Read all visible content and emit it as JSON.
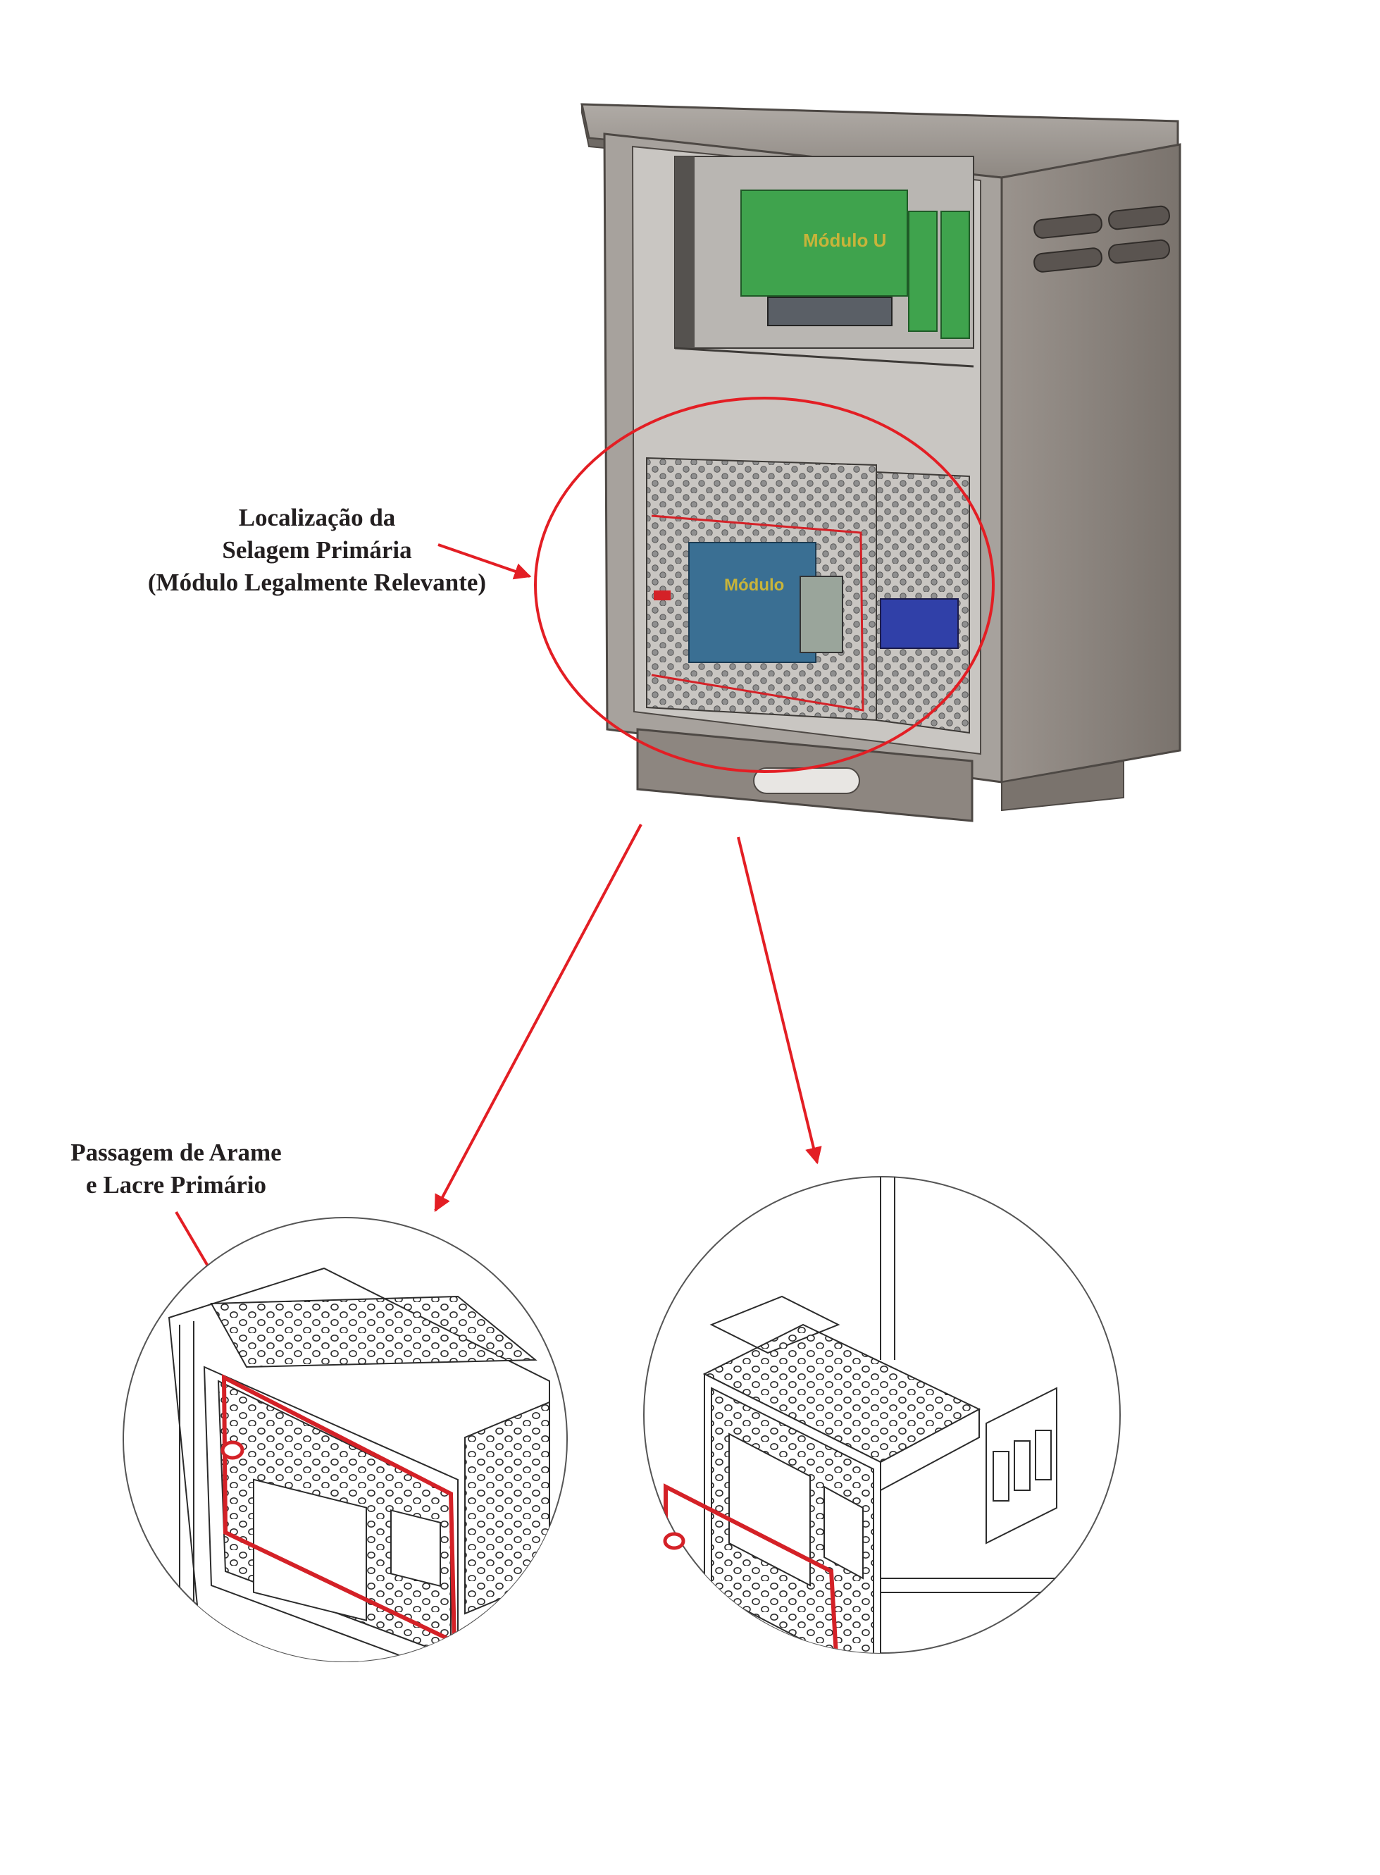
{
  "callouts": {
    "primary_seal_location": {
      "lines": [
        "Localização da",
        "Selagem Primária",
        "(Módulo Legalmente Relevante)"
      ]
    },
    "wire_passage": {
      "lines": [
        "Passagem de Arame",
        "e Lacre Primário"
      ]
    }
  },
  "module_labels": {
    "upper_rack": "Módulo U",
    "lower_module": "Módulo"
  },
  "colors": {
    "highlight_red": "#e31e24",
    "seal_red": "#d42127",
    "cabinet_gray": "#8d8680",
    "pcb_green": "#3fa34d",
    "module_blue": "#3a6f93",
    "line_art": "#2b2b2b"
  }
}
